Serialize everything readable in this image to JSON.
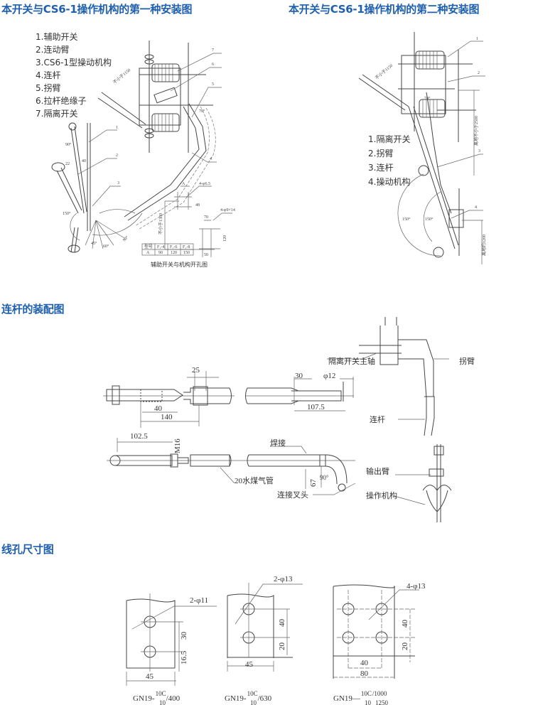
{
  "headings": {
    "install_1": "本开关与CS6-1操作机构的第一种安装图",
    "install_2": "本开关与CS6-1操作机构的第二种安装图",
    "rod_assembly": "连杆的装配图",
    "hole_sizes": "线孔尺寸图"
  },
  "install_1": {
    "legend": [
      "1.辅助开关",
      "2.连动臂",
      "3.CS6-1型操动机构",
      "4.连杆",
      "5.拐臂",
      "6.拉杆绝缘子",
      "7.隔离开关"
    ],
    "callouts": [
      "1",
      "2",
      "3",
      "4",
      "5",
      "6",
      "7"
    ],
    "dims": {
      "d1150": "不小于1150",
      "angle70": "70°",
      "angle90": "90°",
      "d22": "22",
      "d40": "40",
      "angle150": "150°",
      "angle45": "45°",
      "angle60": "60°",
      "angle90b": "90°",
      "a": "A",
      "holes1": "4-φ6.5",
      "d48": "48",
      "d1300": "不小于1300",
      "d70": "70",
      "holes2": "4-φ9×14",
      "d120": "120",
      "d50": "50"
    },
    "table": {
      "header": [
        "型号",
        "F₁-4",
        "F₁-6",
        "F₁-8"
      ],
      "row": [
        "A",
        "90",
        "120",
        "150"
      ]
    },
    "caption": "辅助开关与机构开孔图"
  },
  "install_2": {
    "legend": [
      "1.隔离开关",
      "2.拐臂",
      "3.连杆",
      "4.操动机构"
    ],
    "callouts": [
      "1",
      "2",
      "3",
      "4"
    ],
    "dims": {
      "d1150": "不小于1150",
      "angle70": "70°",
      "d2500": "离地不小于2500",
      "angle150a": "150°",
      "angle150b": "150°",
      "d1200": "离地约1200"
    }
  },
  "rod": {
    "dims": {
      "d25": "25",
      "d40": "40",
      "d140": "140",
      "d30": "30",
      "phi12": "φ12",
      "d107": "107.5",
      "d102": "102.5",
      "m16": "M16",
      "d67": "67",
      "angle90": "90°"
    },
    "labels": {
      "main_shaft": "隔离开关主轴",
      "crank": "拐臂",
      "rod": "连杆",
      "weld": "焊接",
      "pipe": "20水煤气管",
      "clevis": "连接叉头",
      "output_arm": "输出臂",
      "mechanism": "操作机构"
    }
  },
  "holes": [
    {
      "spec": "2-φ11",
      "dims": [
        "30",
        "16.5",
        "45"
      ],
      "model_main": "GN19-",
      "model_top": "10C",
      "model_bottom": "10",
      "model_rating": "/400"
    },
    {
      "spec": "2-φ13",
      "dims": [
        "40",
        "20",
        "45"
      ],
      "model_main": "GN19-",
      "model_top": "10C",
      "model_bottom": "10",
      "model_rating": "/630"
    },
    {
      "spec": "4-φ13",
      "dims": [
        "40",
        "20",
        "40",
        "80"
      ],
      "model_main": "GN19—",
      "model_top": "10C",
      "model_bottom": "10",
      "model_rating_top": "1000",
      "model_rating_bottom": "1250"
    }
  ]
}
